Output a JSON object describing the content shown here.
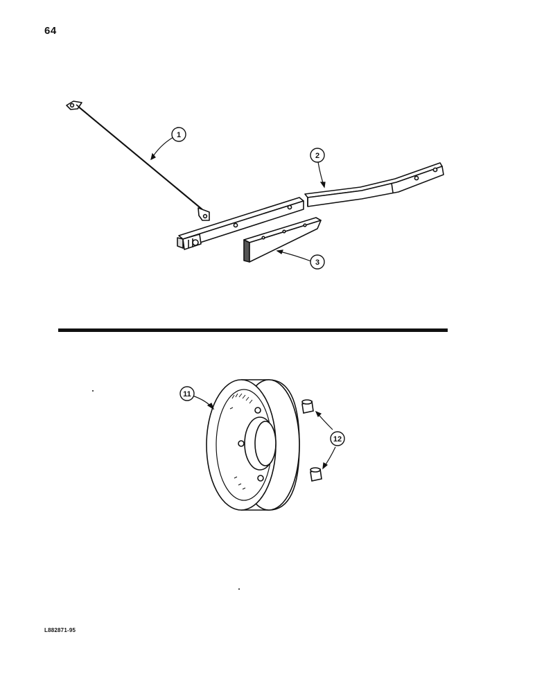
{
  "page": {
    "number": "64",
    "drawing_code": "L882871-95"
  },
  "callouts": {
    "c1": "1",
    "c2": "2",
    "c3": "3",
    "c11": "11",
    "c12": "12"
  }
}
